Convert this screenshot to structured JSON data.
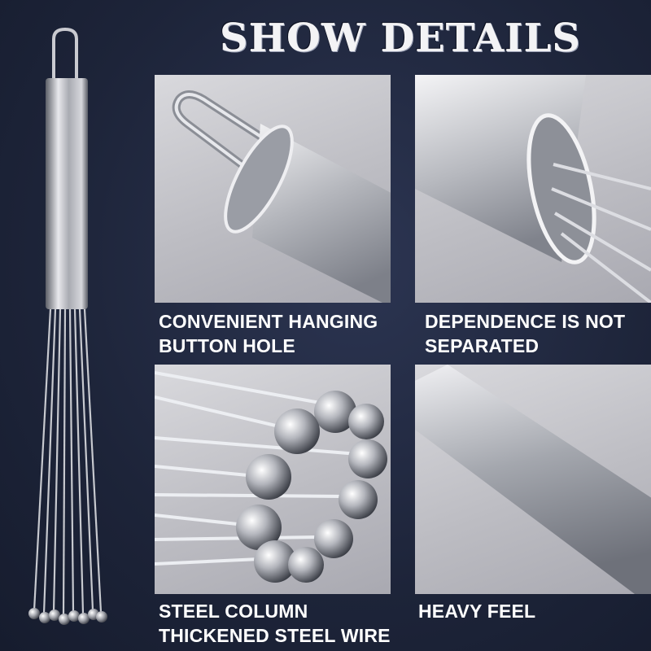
{
  "title": "SHOW DETAILS",
  "panels": [
    {
      "caption_line1": "CONVENIENT HANGING",
      "caption_line2": "BUTTON HOLE"
    },
    {
      "caption_line1": "DEPENDENCE IS NOT",
      "caption_line2": "SEPARATED"
    },
    {
      "caption_line1": "STEEL COLUMN",
      "caption_line2": "THICKENED STEEL WIRE"
    },
    {
      "caption_line1": "HEAVY FEEL",
      "caption_line2": ""
    }
  ],
  "colors": {
    "background": "#1d2439",
    "panel": "#c4c4ca",
    "text": "#ffffff"
  }
}
